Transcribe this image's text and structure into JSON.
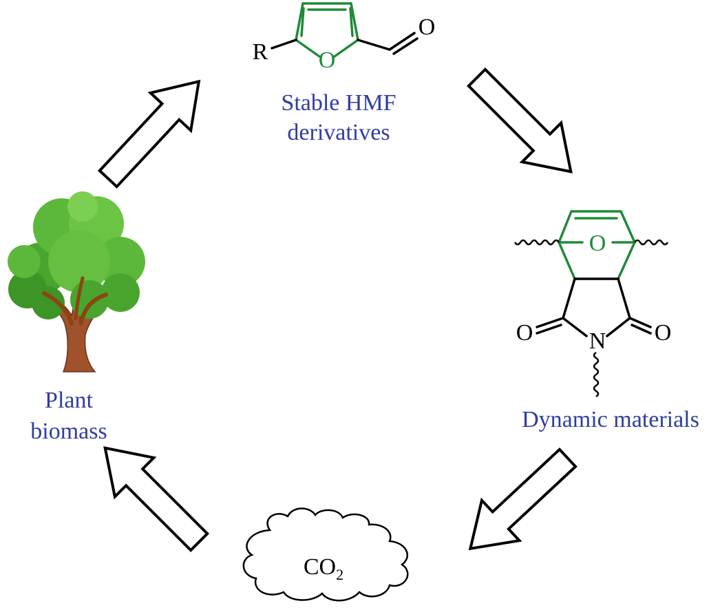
{
  "nodes": {
    "hmf": {
      "label_line1": "Stable HMF",
      "label_line2": "derivatives",
      "substituent": "R",
      "ring_oxygen": "O",
      "aldehyde_oxygen": "O"
    },
    "dynamic": {
      "label": "Dynamic materials",
      "bridge_oxygen": "O",
      "left_carbonyl_oxygen": "O",
      "right_carbonyl_oxygen": "O",
      "imide_nitrogen": "N"
    },
    "co2": {
      "label_main": "CO",
      "label_subscript": "2"
    },
    "biomass": {
      "label_line1": "Plant",
      "label_line2": "biomass"
    }
  },
  "colors": {
    "label_blue": "#2f3e9e",
    "ring_green": "#1f8a3a",
    "leaf_green": "#5cb83a",
    "trunk_brown": "#a0522d"
  },
  "icons": [
    "cycle-arrow",
    "tree-icon",
    "cloud-icon",
    "furan-structure",
    "oxanorbornene-imide-structure"
  ]
}
